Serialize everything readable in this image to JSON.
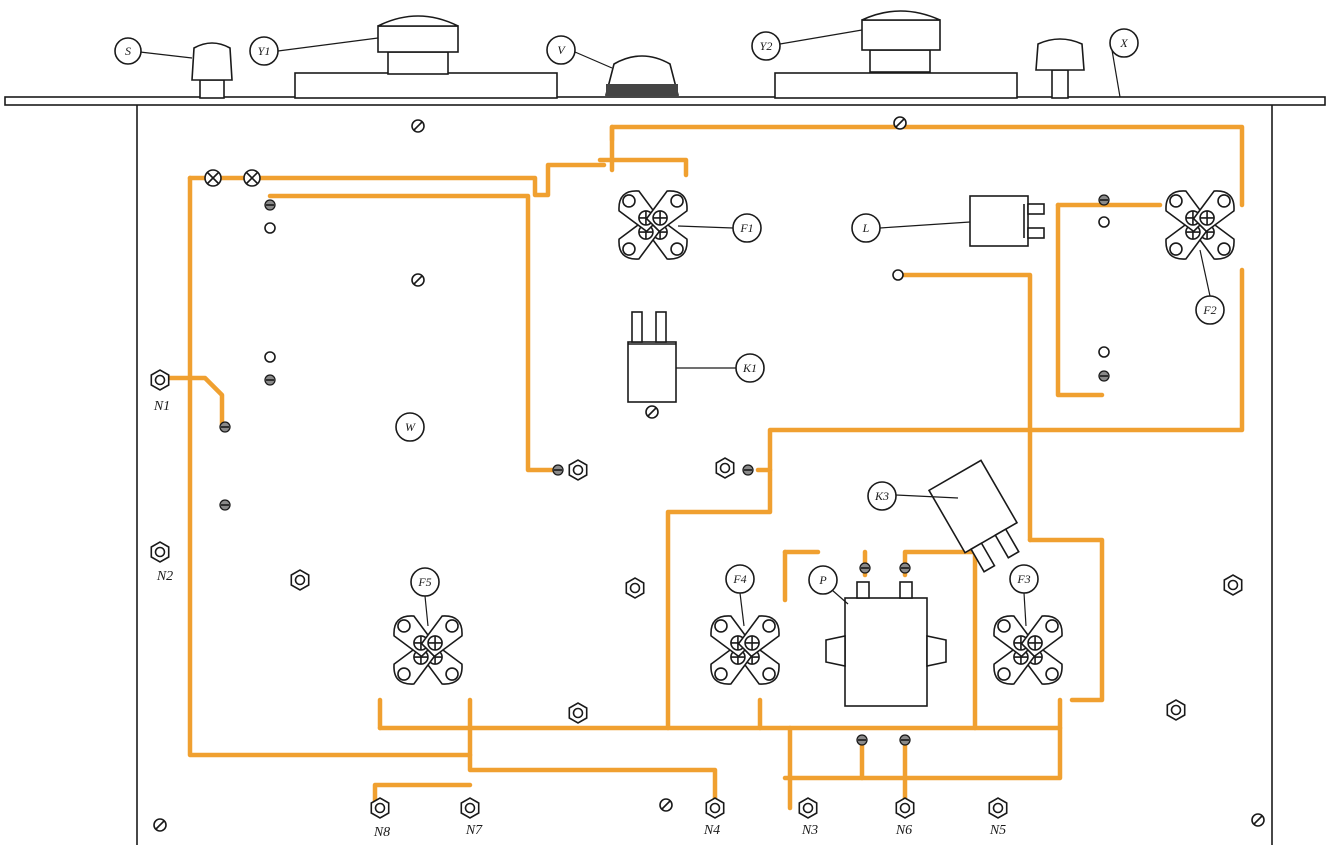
{
  "colors": {
    "wire": "#f0a030",
    "ink": "#1a1a1a",
    "paper": "#ffffff",
    "terminal_fill": "#8a8a8a"
  },
  "labels": {
    "S": "S",
    "Y1": "Y1",
    "V": "V",
    "Y2": "Y2",
    "X": "X",
    "F1": "F1",
    "F2": "F2",
    "F3": "F3",
    "F4": "F4",
    "F5": "F5",
    "L": "L",
    "K1": "K1",
    "K3": "K3",
    "W": "W",
    "P": "P"
  },
  "terminals": {
    "N1": "N1",
    "N2": "N2",
    "N3": "N3",
    "N4": "N4",
    "N5": "N5",
    "N6": "N6",
    "N7": "N7",
    "N8": "N8"
  }
}
